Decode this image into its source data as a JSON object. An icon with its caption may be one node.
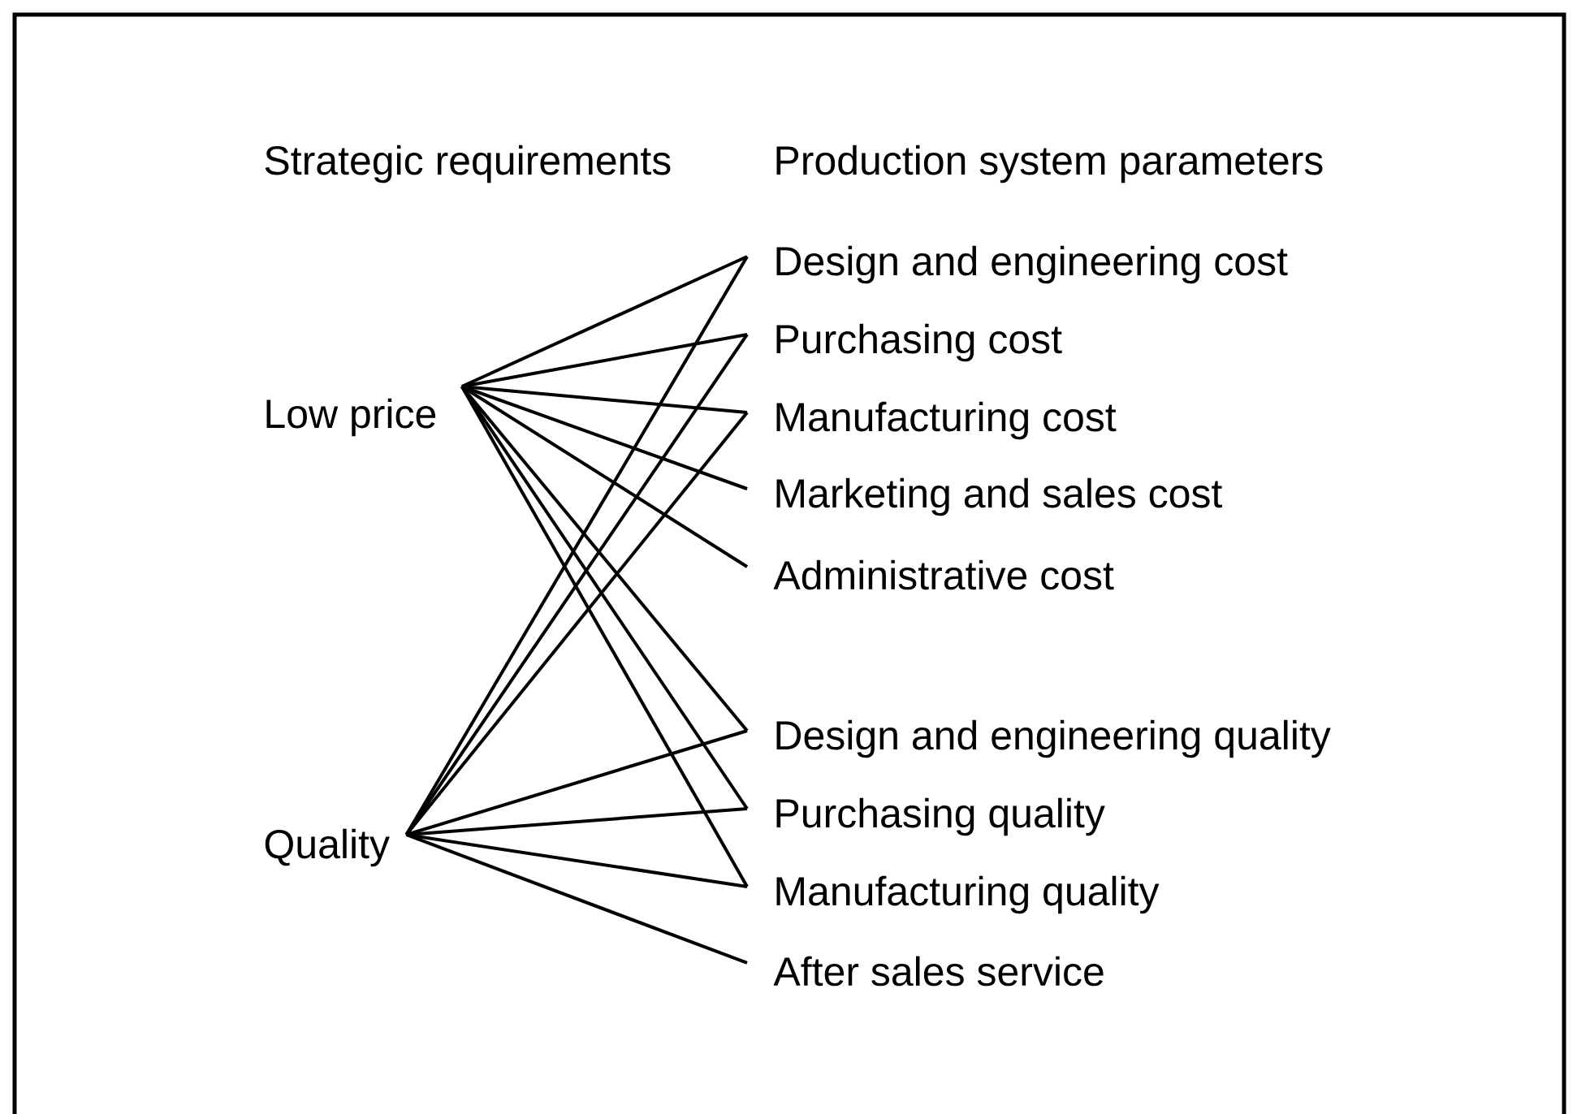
{
  "diagram": {
    "nodes": [
      {
        "text": [
          "Low price"
        ]
      },
      {
        "text": [
          "Quality"
        ]
      },
      {
        "text": [
          "Design and engineering cost"
        ]
      },
      {
        "text": [
          "Purchasing cost"
        ]
      },
      {
        "text": [
          "Manufacturing cost"
        ]
      },
      {
        "text": [
          "Marketing and sales cost"
        ]
      },
      {
        "text": [
          "Administrative cost"
        ]
      },
      {
        "text": [
          "Design and engineering quality"
        ]
      },
      {
        "text": [
          "Purchasing quality"
        ]
      },
      {
        "text": [
          "Manufacturing quality"
        ]
      },
      {
        "text": [
          "After sales service"
        ]
      }
    ],
    "edges": [
      {
        "from": 0,
        "to": 2,
        "arrow": "none"
      },
      {
        "from": 0,
        "to": 3,
        "arrow": "none"
      },
      {
        "from": 0,
        "to": 4,
        "arrow": "none"
      },
      {
        "from": 0,
        "to": 5,
        "arrow": "none"
      },
      {
        "from": 0,
        "to": 6,
        "arrow": "none"
      },
      {
        "from": 0,
        "to": 7,
        "arrow": "none"
      },
      {
        "from": 0,
        "to": 8,
        "arrow": "none"
      },
      {
        "from": 0,
        "to": 9,
        "arrow": "none"
      },
      {
        "from": 1,
        "to": 2,
        "arrow": "none"
      },
      {
        "from": 1,
        "to": 3,
        "arrow": "none"
      },
      {
        "from": 1,
        "to": 4,
        "arrow": "none"
      },
      {
        "from": 1,
        "to": 7,
        "arrow": "none"
      },
      {
        "from": 1,
        "to": 8,
        "arrow": "none"
      },
      {
        "from": 1,
        "to": 9,
        "arrow": "none"
      },
      {
        "from": 1,
        "to": 10,
        "arrow": "none"
      }
    ],
    "labels": [
      "Strategic requirements",
      "Production system parameters"
    ]
  }
}
